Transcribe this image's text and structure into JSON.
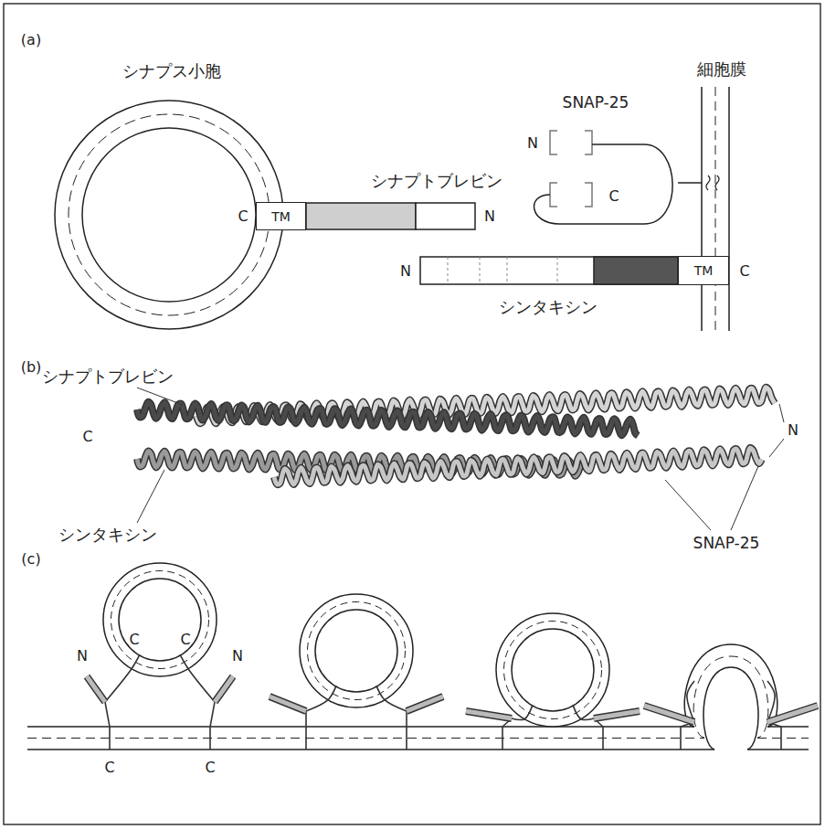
{
  "diagram": {
    "nodes": [
      {
        "text": [
          "TM"
        ]
      },
      {
        "text": [
          "TM"
        ]
      }
    ],
    "labels": [
      "(a)",
      "シナプス小胞",
      "細胞膜",
      "C",
      "N",
      "シナプトブレビン",
      "SNAP-25",
      "N",
      "C",
      "N",
      "シンタキシン",
      "C",
      "(b)",
      "シナプトブレビン",
      "C",
      "シンタキシン",
      "N",
      "SNAP-25",
      "(c)",
      "N",
      "C",
      "C",
      "N",
      "C",
      "C"
    ]
  }
}
